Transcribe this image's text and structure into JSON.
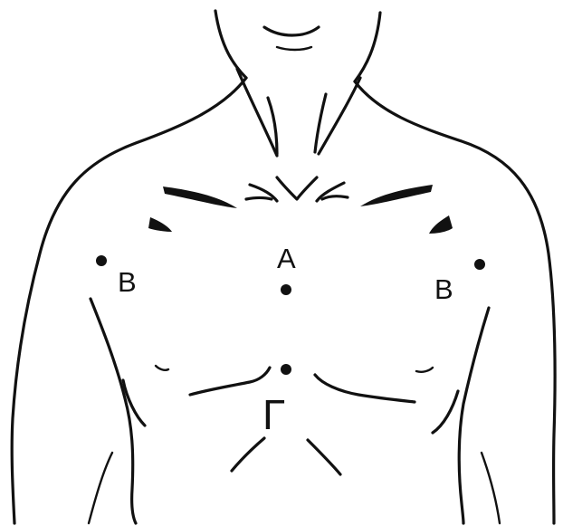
{
  "diagram": {
    "labels": {
      "point_a": "A",
      "point_b_right_of_viewer_left": "B",
      "point_b_left_of_viewer_right": "B",
      "point_gamma": "Γ"
    },
    "colors": {
      "ink": "#111111",
      "background": "#ffffff"
    }
  }
}
